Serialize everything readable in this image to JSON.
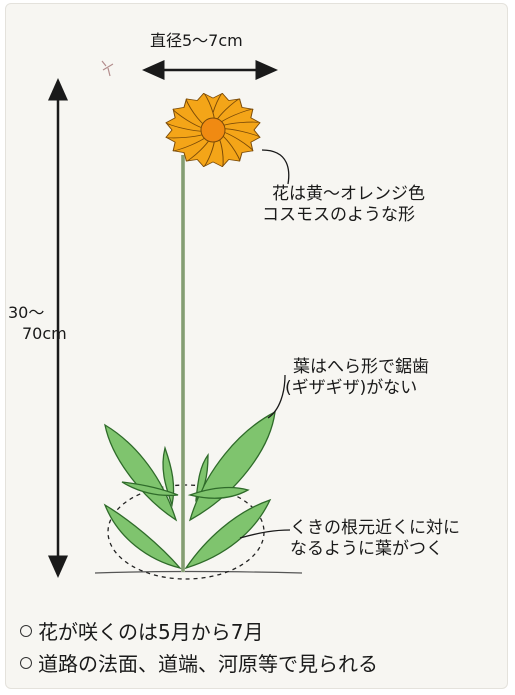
{
  "diameter_label": "直径5～7cm",
  "height_label": [
    "30～",
    "70cm"
  ],
  "flower_note": [
    "花は黄～オレンジ色",
    "コスモスのような形"
  ],
  "leaf_note": [
    "葉はへら形で鋸歯",
    "(ギザギザ)がない"
  ],
  "base_note": [
    "くきの根元近くに対に",
    "なるように葉がつく"
  ],
  "facts": [
    "花が咲くのは5月から7月",
    "道路の法面、道端、河原等で見られる"
  ],
  "colors": {
    "petal": "#f4a518",
    "petal_outline": "#7a4a08",
    "center": "#f08a12",
    "stem": "#9bb08a",
    "leaf": "#7fc46e",
    "leaf_outline": "#2f6b2a",
    "ink": "#1a1a1a"
  }
}
